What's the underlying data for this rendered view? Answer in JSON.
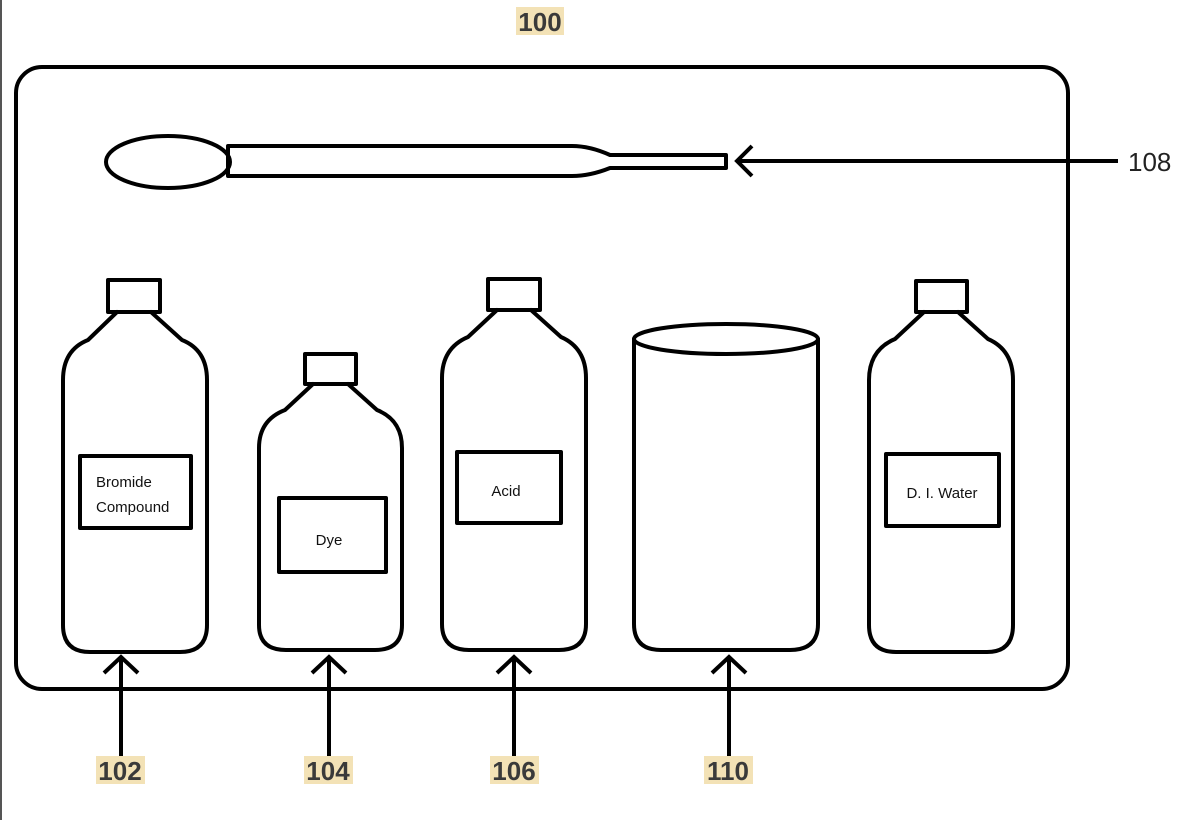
{
  "figure": {
    "ref_main": "100",
    "ref_dropper": "108",
    "containers": [
      {
        "ref": "102",
        "label_lines": [
          "Bromide",
          "Compound"
        ]
      },
      {
        "ref": "104",
        "label_lines": [
          "Dye"
        ]
      },
      {
        "ref": "106",
        "label_lines": [
          "Acid"
        ]
      },
      {
        "ref": "110",
        "label_lines": []
      },
      {
        "ref": "",
        "label_lines": [
          "D. I. Water"
        ]
      }
    ]
  }
}
